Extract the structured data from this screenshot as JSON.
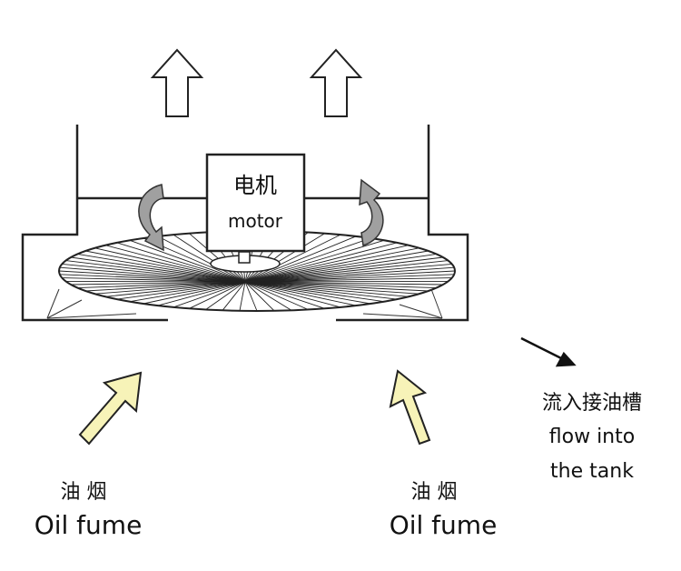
{
  "motor": {
    "label_cn": "电机",
    "label_en": "motor"
  },
  "inlet_left": {
    "label_cn": "油 烟",
    "label_en": "Oil fume"
  },
  "inlet_right": {
    "label_cn": "油 烟",
    "label_en": "Oil fume"
  },
  "outlet": {
    "label_cn": "流入接油槽",
    "label_en_line1": "flow into",
    "label_en_line2": "the tank"
  },
  "colors": {
    "intake_arrow": "#f7f3b8",
    "rotation_arrow": "#9a9a9a",
    "lines": "#222222"
  }
}
